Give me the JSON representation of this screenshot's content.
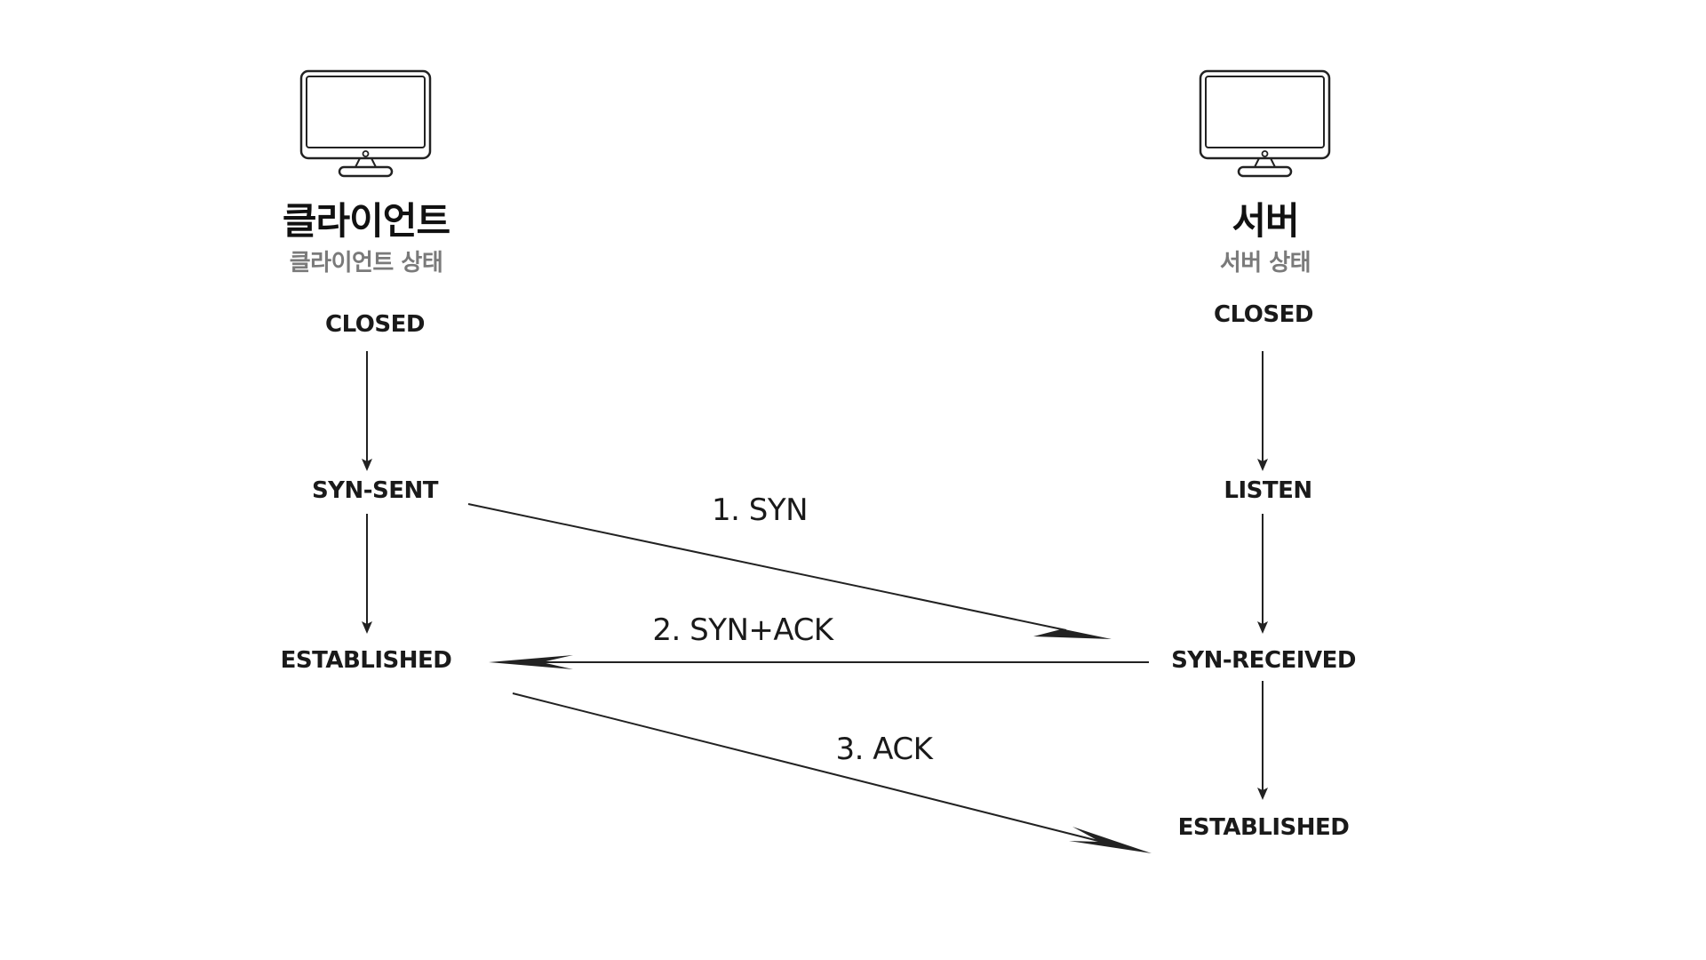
{
  "colors": {
    "line": "#222222",
    "title": "#111111",
    "subtitle": "#7a7a7a"
  },
  "client": {
    "icon": "desktop-monitor-icon",
    "title": "클라이언트",
    "subtitle": "클라이언트 상태",
    "states": [
      "CLOSED",
      "SYN-SENT",
      "ESTABLISHED"
    ]
  },
  "server": {
    "icon": "desktop-monitor-icon",
    "title": "서버",
    "subtitle": "서버 상태",
    "states": [
      "CLOSED",
      "LISTEN",
      "SYN-RECEIVED",
      "ESTABLISHED"
    ]
  },
  "messages": [
    "1. SYN",
    "2. SYN+ACK",
    "3. ACK"
  ]
}
